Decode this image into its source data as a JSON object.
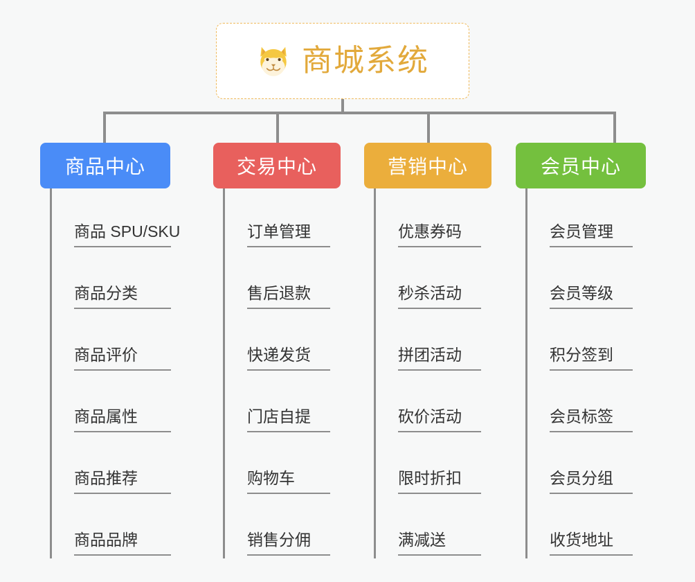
{
  "root": {
    "title": "商城系统",
    "icon": "shiba-dog-icon",
    "border_color": "#efb95a",
    "title_color": "#e2a93b",
    "background": "#ffffff"
  },
  "canvas": {
    "background": "#f7f8f8",
    "connector_color": "#8d8d8d"
  },
  "columns": [
    {
      "label": "商品中心",
      "color": "#4a8cf7",
      "items": [
        "商品 SPU/SKU",
        "商品分类",
        "商品评价",
        "商品属性",
        "商品推荐",
        "商品品牌"
      ]
    },
    {
      "label": "交易中心",
      "color": "#e8605d",
      "items": [
        "订单管理",
        "售后退款",
        "快递发货",
        "门店自提",
        "购物车",
        "销售分佣"
      ]
    },
    {
      "label": "营销中心",
      "color": "#ebae3c",
      "items": [
        "优惠券码",
        "秒杀活动",
        "拼团活动",
        "砍价活动",
        "限时折扣",
        "满减送"
      ]
    },
    {
      "label": "会员中心",
      "color": "#74c03e",
      "items": [
        "会员管理",
        "会员等级",
        "积分签到",
        "会员标签",
        "会员分组",
        "收货地址"
      ]
    }
  ]
}
